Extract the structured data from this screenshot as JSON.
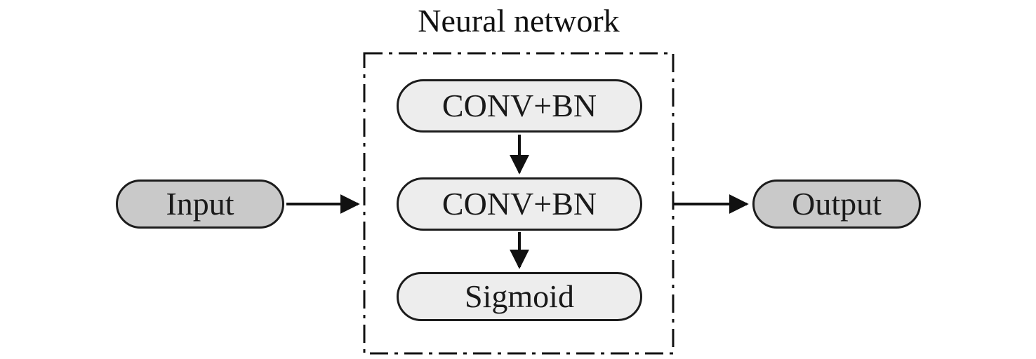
{
  "diagram": {
    "title": "Neural network",
    "input": {
      "label": "Input"
    },
    "output": {
      "label": "Output"
    },
    "network": {
      "layers": [
        {
          "label": "CONV+BN"
        },
        {
          "label": "CONV+BN"
        },
        {
          "label": "Sigmoid"
        }
      ]
    },
    "colors": {
      "io_node_fill": "#c9c9c9",
      "layer_node_fill": "#ededed",
      "outline": "#1b1b1b",
      "background": "#ffffff"
    }
  }
}
